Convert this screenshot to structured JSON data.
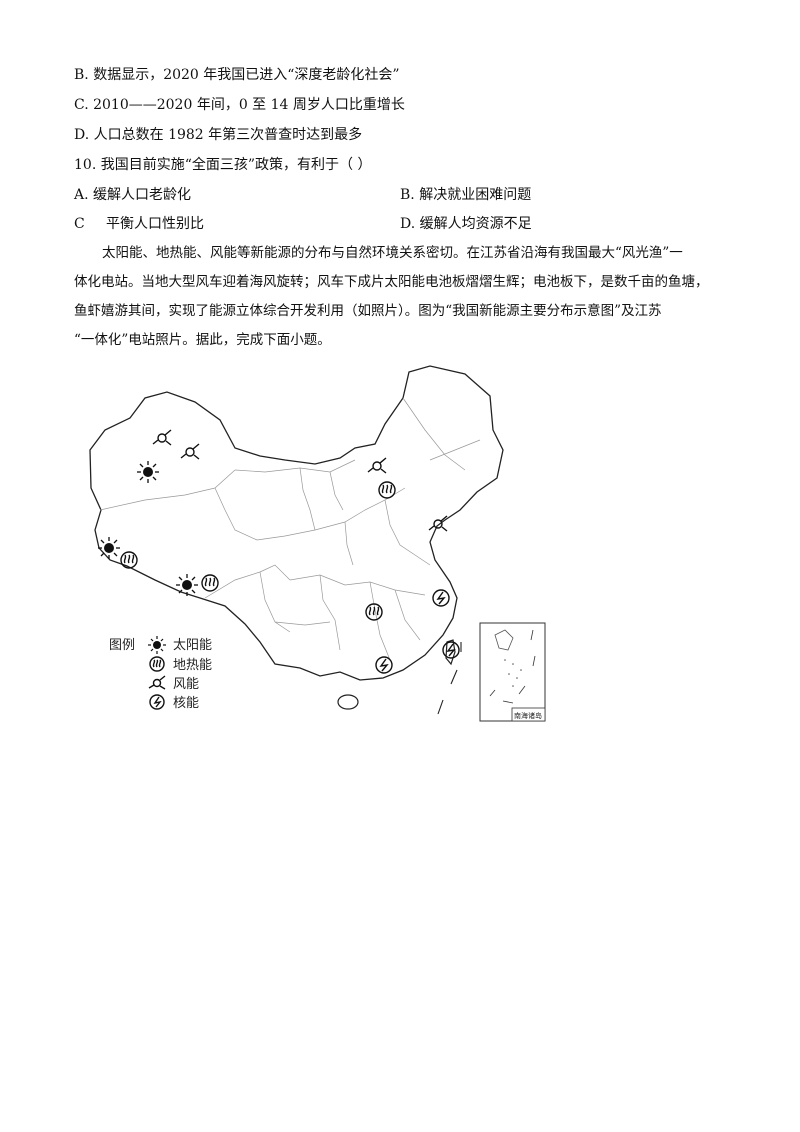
{
  "options_q9": {
    "B": "B.  数据显示，2020 年我国已进入“深度老龄化社会”",
    "C": "C.  2010——2020 年间，0 至 14 周岁人口比重增长",
    "D": "D.  人口总数在 1982 年第三次普查时达到最多"
  },
  "question10": {
    "stem": "10.  我国目前实施“全面三孩”政策，有利于（      ）",
    "A": "A.  缓解人口老龄化",
    "B": "B.  解决就业困难问题",
    "C_label": "C",
    "C_text": "平衡人口性别比",
    "D": "D.  缓解人均资源不足"
  },
  "passage": {
    "line1": "太阳能、地热能、风能等新能源的分布与自然环境关系密切。在江苏省沿海有我国最大“风光渔”一",
    "line2": "体化电站。当地大型风车迎着海风旋转；风车下成片太阳能电池板熠熠生辉；电池板下，是数千亩的鱼塘，",
    "line3": "鱼虾嬉游其间，实现了能源立体综合开发利用（如照片）。图为“我国新能源主要分布示意图”及江苏",
    "line4": "“一体化”电站照片。据此，完成下面小题。"
  },
  "map": {
    "legend_title": "图例",
    "legend_items": [
      {
        "icon": "sun-icon",
        "label": "太阳能"
      },
      {
        "icon": "geothermal-icon",
        "label": "地热能"
      },
      {
        "icon": "wind-icon",
        "label": "风能"
      },
      {
        "icon": "nuclear-icon",
        "label": "核能"
      }
    ],
    "inset_label": "南海诸岛"
  }
}
